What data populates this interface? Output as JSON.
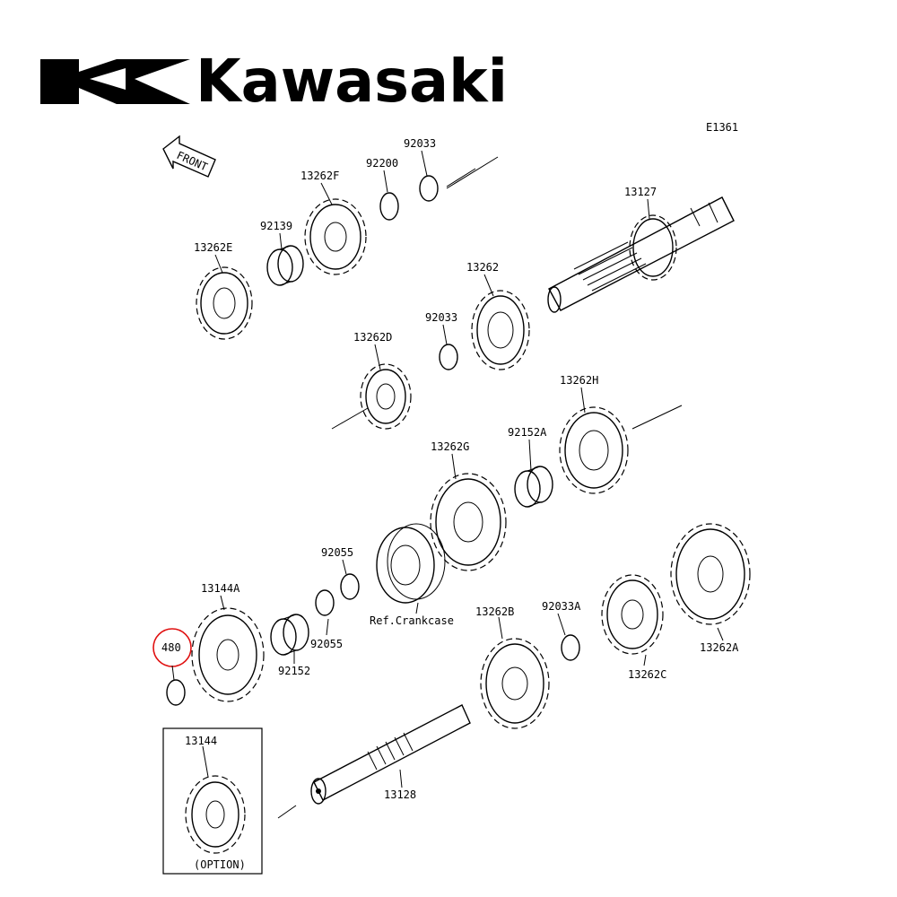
{
  "brand": {
    "name": "Kawasaki",
    "color": "#000000"
  },
  "diagram": {
    "code": "E1361",
    "front_label": "FRONT",
    "highlight_color": "#e01010",
    "option_label": "(OPTION)",
    "reference_label": "Ref.Crankcase"
  },
  "parts": {
    "p92033_top": "92033",
    "p92200": "92200",
    "p13262F": "13262F",
    "p13127": "13127",
    "p92139": "92139",
    "p13262E": "13262E",
    "p13262": "13262",
    "p92033_mid": "92033",
    "p13262D": "13262D",
    "p13262H": "13262H",
    "p92152A": "92152A",
    "p13262G": "13262G",
    "p92055_a": "92055",
    "p92055_b": "92055",
    "p13144A": "13144A",
    "p480": "480",
    "p92152": "92152",
    "p13262B": "13262B",
    "p92033A": "92033A",
    "p13262C": "13262C",
    "p13262A": "13262A",
    "p13144": "13144",
    "p13128": "13128"
  }
}
